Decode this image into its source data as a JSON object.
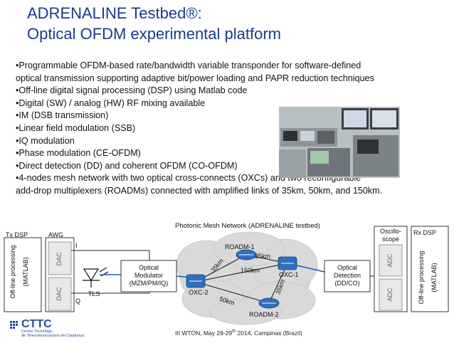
{
  "title": {
    "line1": "ADRENALINE Testbed®:",
    "line2": "Optical OFDM experimental platform"
  },
  "bullets": [
    "•Programmable OFDM-based rate/bandwidth variable transponder for software-defined",
    "optical transmission supporting adaptive bit/power loading and PAPR reduction techniques",
    "•Off-line digital signal processing (DSP) using Matlab code",
    "•Digital (SW) / analog (HW) RF mixing available",
    "•IM (DSB transmission)",
    "•Linear field modulation (SSB)",
    "•IQ modulation",
    "•Phase modulation (CE-OFDM)",
    "•Direct detection (DD) and coherent OFDM (CO-OFDM)",
    "•4-nodes mesh network with two optical cross-connects (OXCs) and two reconfigurable",
    "add-drop multiplexers (ROADMs) connected with amplified links of 35km, 50km, and 150km."
  ],
  "diagram": {
    "network_title": "Photonic Mesh Network (ADRENALINE testbed)",
    "tx_dsp": "Tx DSP",
    "tx_offline": "Off-line processing",
    "tx_matlab": "(MATLAB)",
    "awg": "AWG",
    "dac": "DAC",
    "signal_i": "I",
    "signal_q": "Q",
    "tls": "TLS",
    "modulator": [
      "Optical",
      "Modulator",
      "(MZM/PM/IQ)"
    ],
    "roadm1": "ROADM-1",
    "roadm2": "ROADM-2",
    "oxc1": "OXC-1",
    "oxc2": "OXC-2",
    "link_35_a": "35km",
    "link_35_b": "35km",
    "link_35_c": "35km",
    "link_150": "150km",
    "link_50": "50km",
    "detection": [
      "Optical",
      "Detection",
      "(DD/CO)"
    ],
    "scope": [
      "Oscillo-",
      "scope"
    ],
    "adc": "ADC",
    "rx_dsp": "Rx DSP",
    "rx_offline": "Off-line processing",
    "rx_matlab": "(MATLAB)"
  },
  "footer": {
    "pre": "III WTON, May 28-29",
    "sup": "th",
    "post": " 2014, Campinas (Brazil)"
  },
  "logo": {
    "brand": "CTTC",
    "line1": "Centre Tecnològic",
    "line2": "de Telecomunicacions de Catalunya"
  },
  "colors": {
    "title": "#1a3a8f",
    "link": "#1a5fb4",
    "cloud": "#d9d9d9",
    "node": "#2f6fbf",
    "logo": "#2b4a9c"
  }
}
